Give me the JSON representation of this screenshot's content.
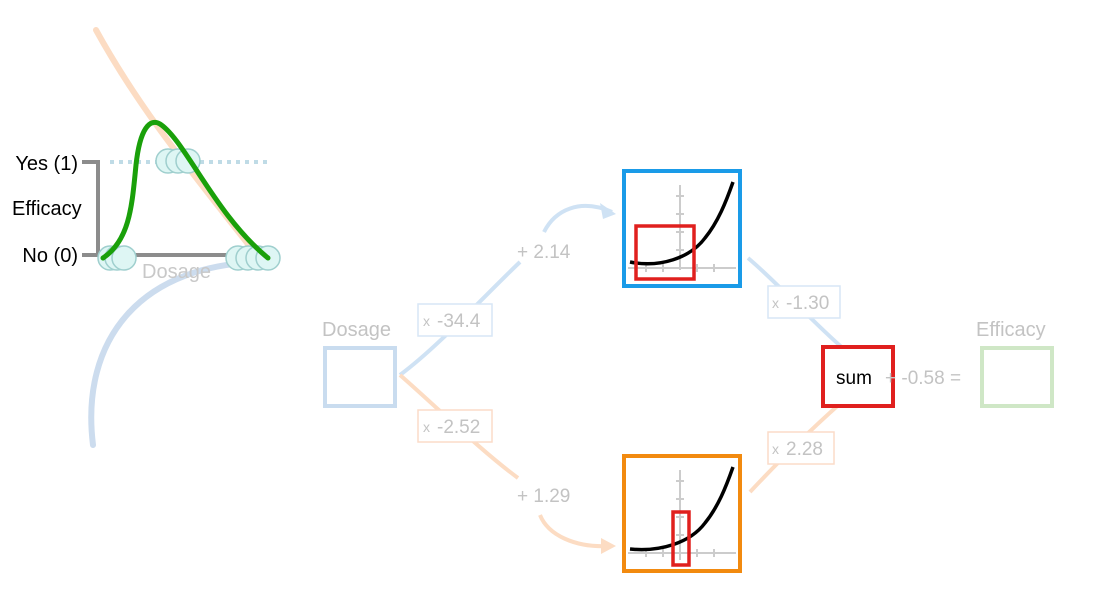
{
  "graph": {
    "y_top": "Yes (1)",
    "y_mid": "Efficacy",
    "y_bottom": "No (0)",
    "x_label": "Dosage"
  },
  "network": {
    "input_label": "Dosage",
    "output_label": "Efficacy",
    "top_weight_prefix": "x",
    "top_weight": "-34.4",
    "top_bias": "+ 2.14",
    "bottom_weight_prefix": "x",
    "bottom_weight": "-2.52",
    "bottom_bias": "+ 1.29",
    "top_out_prefix": "x",
    "top_out_weight": "-1.30",
    "bottom_out_prefix": "x",
    "bottom_out_weight": "2.28",
    "sum_label": "sum",
    "final_bias": "+ -0.58 ="
  },
  "colors": {
    "top_node": "#1a9be8",
    "bottom_node": "#f28a0f",
    "highlight": "#e0201e",
    "green_curve": "#1aa00a",
    "faded_blue": "#c9dcef",
    "faded_orange": "#fbd8bd",
    "faded_green": "#cfe7c6",
    "faded_text": "#c3c3c3"
  }
}
